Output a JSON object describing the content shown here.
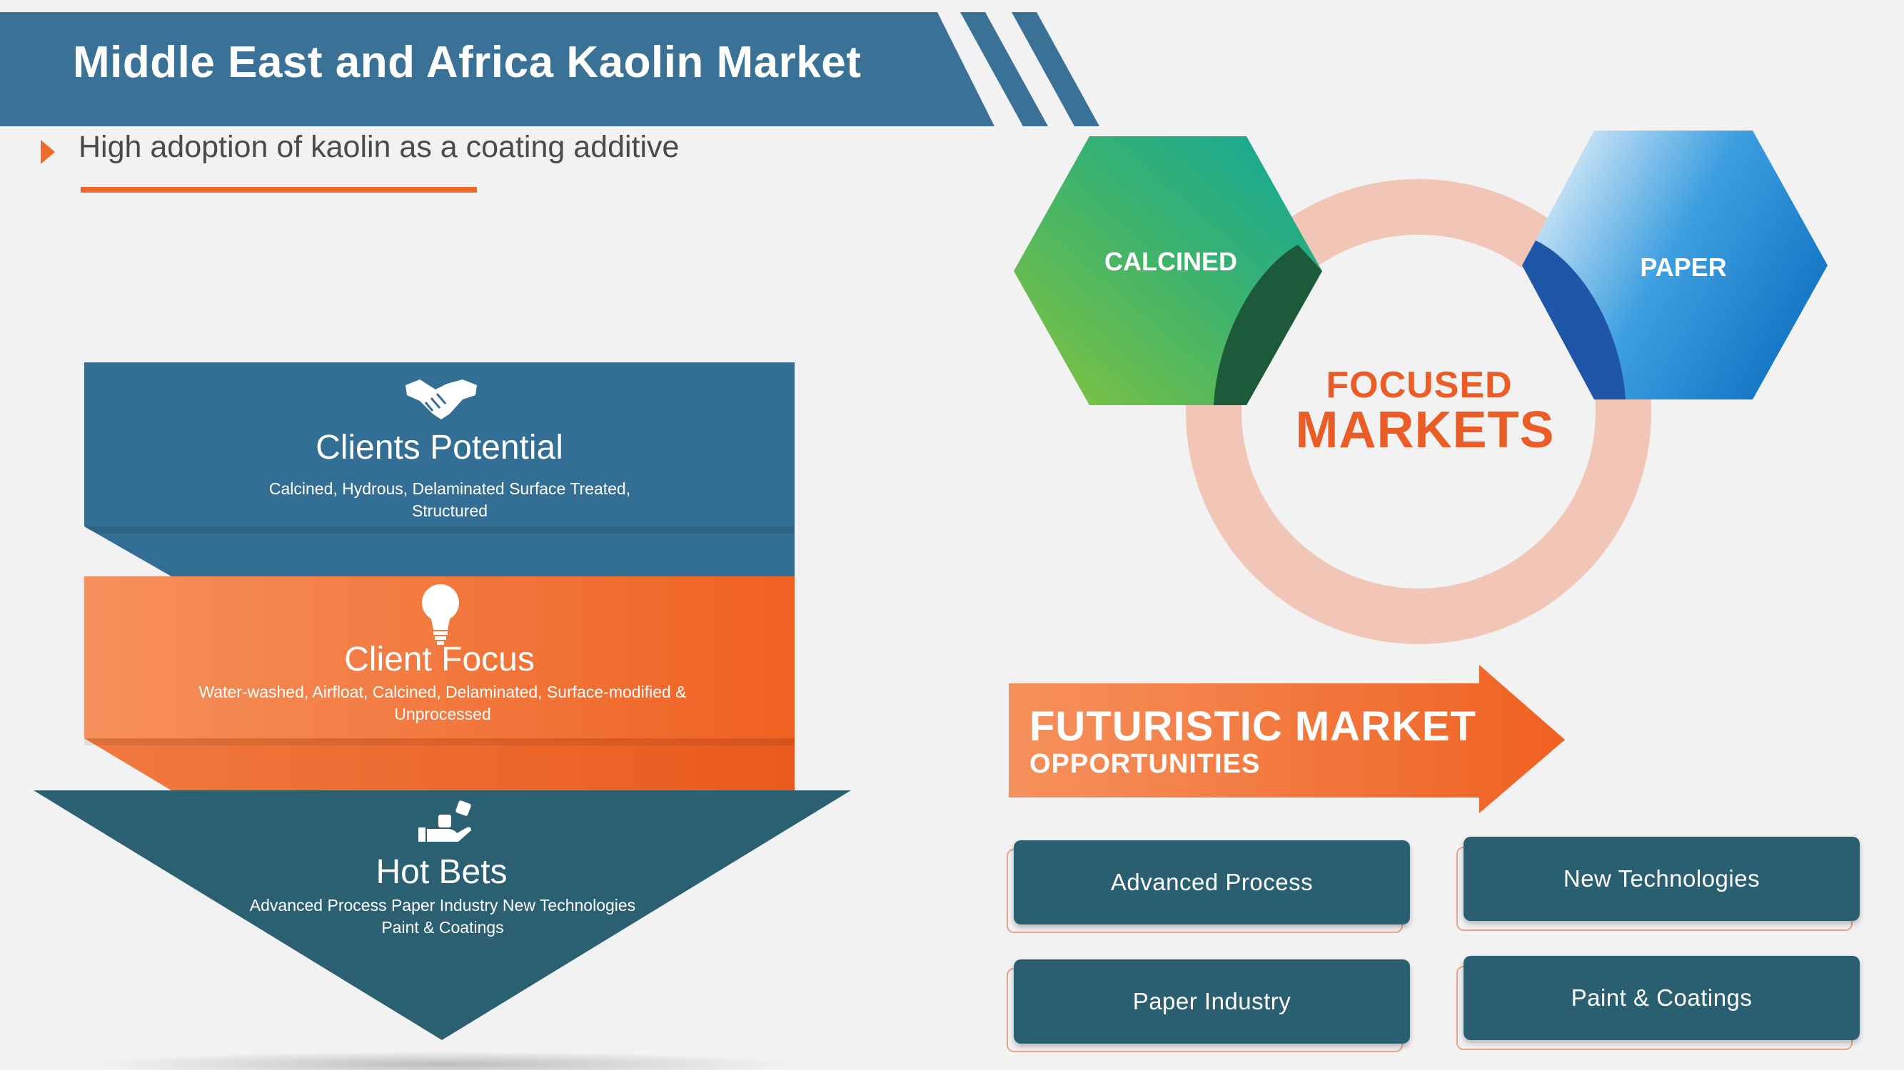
{
  "header": {
    "title": "Middle East and Africa Kaolin Market",
    "subtitle": "High adoption of kaolin as a coating additive"
  },
  "funnel": {
    "clients_potential": {
      "title": "Clients Potential",
      "description": "Calcined, Hydrous, Delaminated Surface Treated, Structured",
      "icon": "handshake-icon"
    },
    "client_focus": {
      "title": "Client Focus",
      "description": "Water-washed, Airfloat, Calcined, Delaminated, Surface-modified & Unprocessed",
      "icon": "lightbulb-icon"
    },
    "hot_bets": {
      "title": "Hot Bets",
      "description": "Advanced Process Paper Industry New Technologies Paint & Coatings",
      "icon": "hand-dice-icon"
    }
  },
  "focused_markets": {
    "line1": "FOCUSED",
    "line2": "MARKETS",
    "left_hex": "CALCINED",
    "right_hex": "PAPER"
  },
  "futuristic": {
    "line1": "FUTURISTIC MARKET",
    "line2": "OPPORTUNITIES",
    "opportunities": [
      "Advanced Process",
      "New Technologies",
      "Paper Industry",
      "Paint & Coatings"
    ]
  },
  "colors": {
    "header_blue": "#3a7197",
    "band_blue": "#336f95",
    "orange": "#ef6a2a",
    "teal": "#2b5f72",
    "ring": "#f2c6b6"
  }
}
